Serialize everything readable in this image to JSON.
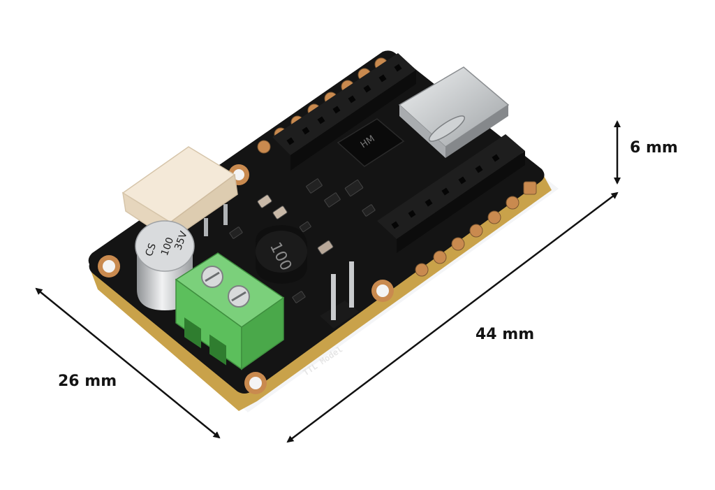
{
  "dimensions": {
    "height": "6 mm",
    "length": "44 mm",
    "width": "26 mm"
  },
  "board": {
    "silkscreen": "TTL Model",
    "inductor_marking": "100",
    "capacitor_marking": [
      "CS",
      "100",
      "35V"
    ],
    "chip_marking": "HM"
  },
  "colors": {
    "pcb": "#141414",
    "pcb_edge": "#c9a24a",
    "pad": "#c98a4f",
    "terminal": "#5cbf5c",
    "connector": "#efe2cc",
    "usb": "#c4c6c8",
    "arrow": "#111111"
  }
}
